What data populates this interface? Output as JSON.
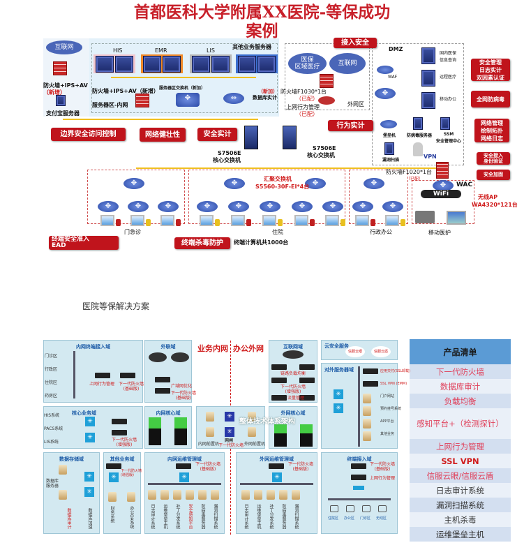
{
  "title_line1": "首都医科大学附属XX医院-等保成功",
  "title_line2": "案例",
  "top": {
    "internet": "互联网",
    "fw_ipsav": "防火墙+IPS+AV",
    "new": "（新增）",
    "alipay": "支付宝服务器",
    "his": "HIS",
    "emr": "EMR",
    "lis": "LIS",
    "other_srv": "其他业务服务器",
    "fw_ipsav_new": "防火墙+IPS+AV（新增）",
    "server_zone": "服务器区-内网",
    "srv_switch": "服务器区交换机（新加）",
    "db_audit_new": "（新加）",
    "db_audit": "数据库实计",
    "core1_model": "S7506E",
    "core1_name": "核心交换机",
    "core2_model": "S7506E",
    "core2_name": "核心交换机",
    "cloud_medical": "医保\n区域医疗",
    "cloud_internet": "互联网",
    "fw_f1030": "防火墙F1030*1台",
    "configured": "（已配）",
    "behavior_mgmt": "上网行为管理",
    "outer_zone": "外网区",
    "dmz": "DMZ",
    "waf": "WAF",
    "dmz_srv1": "国内医保\n信息查询",
    "dmz_srv2": "远程医疗",
    "dmz_srv3": "移动办公",
    "bastion": "堡垒机",
    "av_server": "防病毒服务器",
    "ssm": "SSM\n安全管理中心",
    "vuln_scan": "漏洞扫描",
    "vpn": "VPN",
    "fw_f1020": "防火墙F1020*1台",
    "agg_switch": "汇聚交换机",
    "agg_model": "S5560-30F-EI*4台",
    "wac": "WAC",
    "wifi": "WiFi",
    "ap": "无线AP",
    "ap_model": "WA4320*121台",
    "zone_er": "门急诊",
    "zone_inpatient": "住院",
    "zone_admin": "行政办公",
    "zone_mobile": "移动医护",
    "terminals": "终端计算机共1000台",
    "callouts": {
      "boundary": "边界安全访问控制",
      "robust": "网络健壮性",
      "audit": "安全实计",
      "access": "接入安全",
      "behavior": "行为实计",
      "mgmt": "安全管理\n日志实计\n双因素认证",
      "antivirus": "全网防病毒",
      "netmgmt": "网络管理\n绘制拓扑\n网络日志",
      "vpn_auth": "安全接入\n身份验证",
      "harden": "安全加固",
      "ead": "终端安全准入\nEAD",
      "endpoint_av": "终端杀毒防护"
    }
  },
  "caption": "医院等保解决方案",
  "bottom": {
    "biz_intranet": "业务内网",
    "office_extranet": "办公外网",
    "watermark": "整体技术体系架构",
    "p_terminal_in": "内网终端接入域",
    "areas_in": [
      "门诊区",
      "行政区",
      "住院区",
      "药房区"
    ],
    "behavior": "上网行为管理",
    "ngfw_basic": "下一代防火墙\n(基础版)",
    "ngfw_adv": "下一代防火墙\n(增强版)",
    "ngfw": "下一代防火墙",
    "p_external": "外联域",
    "wan_opt": "广域网优化",
    "p_internet": "互联网域",
    "link_lb": "链路负载均衡",
    "traffic": "流量管理",
    "p_cloud": "云安全服务",
    "cloud1": "信服云眼",
    "cloud2": "信服云盾",
    "p_public": "对外服务器域",
    "pub_items": [
      "应用交付(SSL卸载)",
      "SSL VPN (EMM)",
      "门户网站",
      "预约挂号系统",
      "APP平台",
      "其他业务"
    ],
    "p_core_biz": "核心业务域",
    "core_items": [
      "HIS系统",
      "PACS系统",
      "LIS系统"
    ],
    "p_in_core": "内网核心域",
    "front_in": "内网前置机",
    "gap": "网闸",
    "front_out": "外网前置机",
    "p_out_core": "外网核心域",
    "p_storage": "数据存储域",
    "db_server": "数据库服务器",
    "db_audit": "数据库审计",
    "db_accel": "数据库加速",
    "p_other": "其他业务域",
    "finance": "财务系统",
    "oa": "办公OA系统",
    "p_in_ops": "内网运维管理域",
    "in_ops": [
      "日志审计系统",
      "运维堡垒主机",
      "补丁分发系统",
      "安全感知平台",
      "防病毒服务器",
      "漏洞扫描系统"
    ],
    "p_out_ops": "外网运维管理域",
    "out_ops": [
      "日志审计系统",
      "运维堡垒主机",
      "补丁分发系统",
      "防病毒服务器",
      "漏洞扫描系统"
    ],
    "p_terminal": "终端接入域",
    "term_areas": [
      "住院区",
      "办公区",
      "门诊区",
      "无线区"
    ]
  },
  "products": {
    "header": "产品清单",
    "items": [
      {
        "label": "下一代防火墙",
        "color": "#e0405a"
      },
      {
        "label": "数据库审计",
        "color": "#e0405a"
      },
      {
        "label": "负载均衡",
        "color": "#e0405a"
      },
      {
        "label": "感知平台+（检测探针）",
        "color": "#e0405a"
      },
      {
        "label": "上网行为管理",
        "color": "#e0405a"
      },
      {
        "label": "SSL VPN",
        "color": "#d01c1c"
      },
      {
        "label": "信服云眼/信服云盾",
        "color": "#e0405a"
      },
      {
        "label": "日志审计系统",
        "color": "#333333"
      },
      {
        "label": "漏洞扫描系统",
        "color": "#333333"
      },
      {
        "label": "主机杀毒",
        "color": "#333333"
      },
      {
        "label": "运维堡垒主机",
        "color": "#333333"
      }
    ]
  }
}
